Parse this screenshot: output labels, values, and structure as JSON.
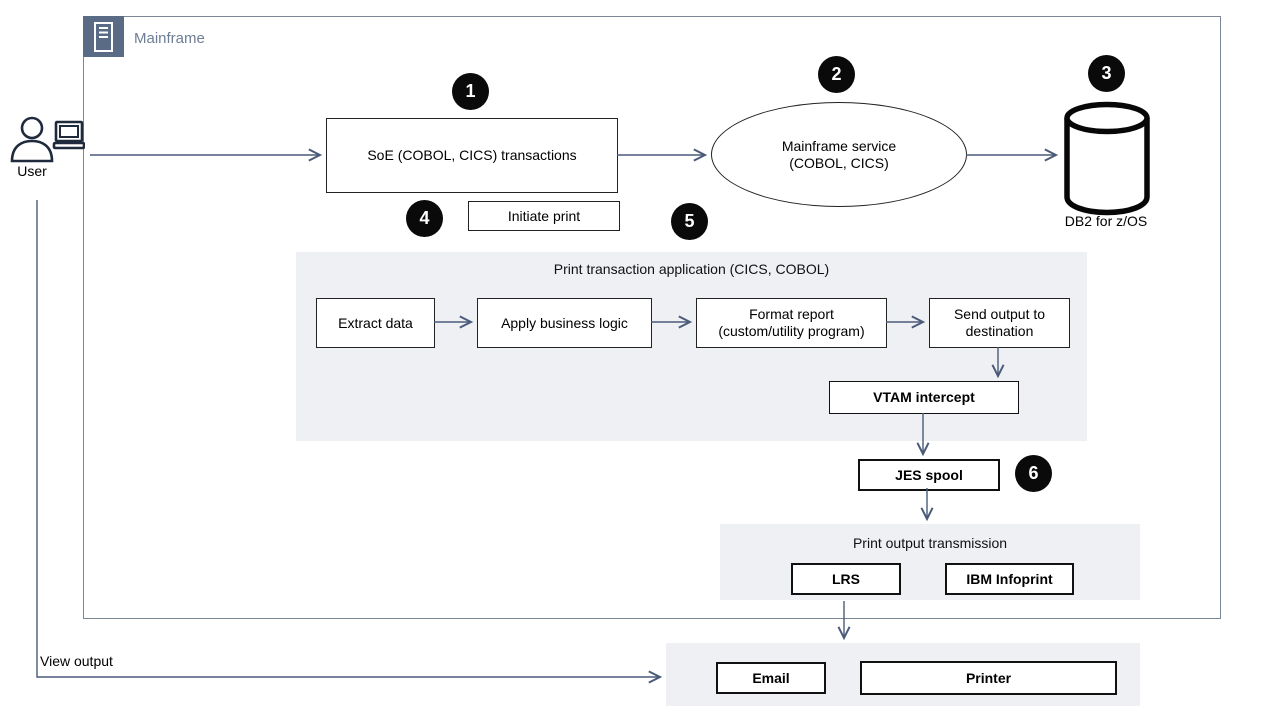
{
  "header": {
    "label": "Mainframe",
    "icon": "mainframe-icon"
  },
  "actor": {
    "label": "User",
    "icon": "user-with-computer-icon"
  },
  "flow": {
    "soe": {
      "badge": "1",
      "label": "SoE (COBOL, CICS) transactions"
    },
    "service": {
      "badge": "2",
      "line1": "Mainframe service",
      "line2": "(COBOL, CICS)"
    },
    "db2": {
      "badge": "3",
      "label": "DB2 for z/OS",
      "icon": "database-cylinder-icon"
    },
    "initiate_print": {
      "badge": "4",
      "label": "Initiate print"
    },
    "print_app": {
      "badge": "5",
      "title": "Print transaction application (CICS, COBOL)",
      "steps": [
        {
          "label": "Extract data"
        },
        {
          "label": "Apply business logic"
        },
        {
          "line1": "Format report",
          "line2": "(custom/utility program)"
        },
        {
          "line1": "Send output to",
          "line2": "destination"
        }
      ],
      "vtam": "VTAM intercept"
    },
    "jes_spool": {
      "badge": "6",
      "label": "JES spool"
    },
    "transmission": {
      "title": "Print output transmission",
      "lrs": "LRS",
      "infoprint": "IBM Infoprint"
    },
    "destinations": {
      "email": "Email",
      "printer": "Printer"
    },
    "view_output_label": "View output"
  },
  "colors": {
    "arrow": "#4a5a78",
    "panel_fill": "#eef0f4",
    "group_header_fill": "#5a6b85",
    "group_border": "#7c8896",
    "badge_fill": "#0a0a0a",
    "node_border": "#222222"
  }
}
